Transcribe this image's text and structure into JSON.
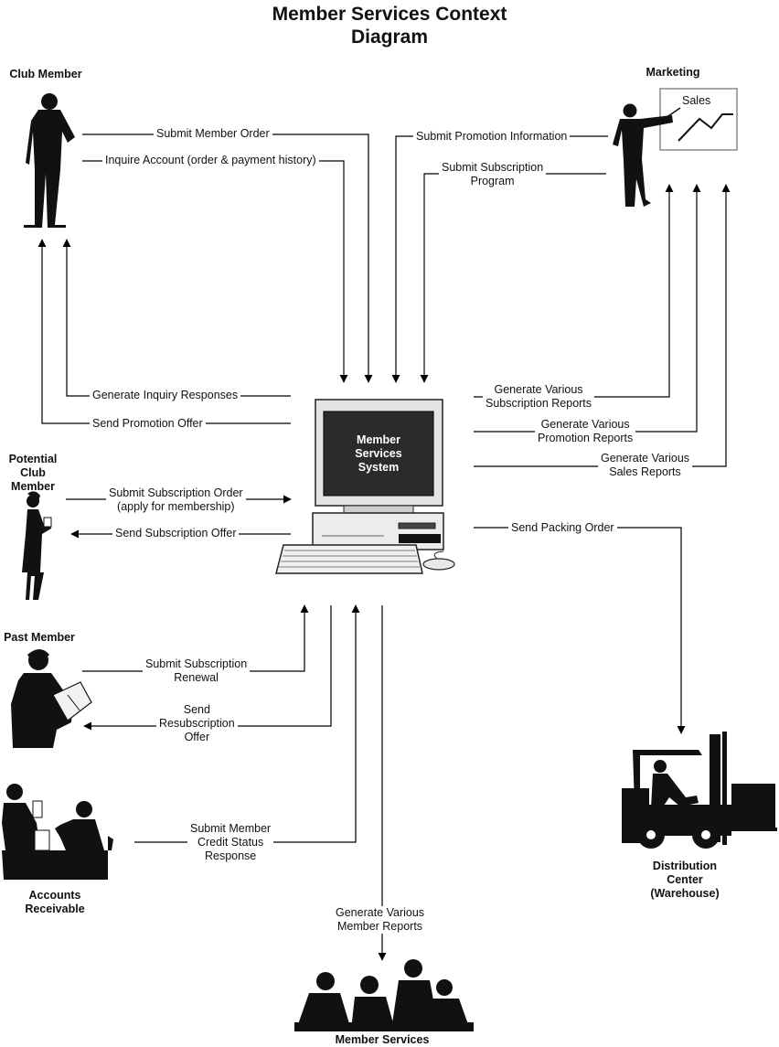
{
  "title": [
    "Member Services Context",
    "Diagram"
  ],
  "system": {
    "lines": [
      "Member",
      "Services",
      "System"
    ]
  },
  "entities": {
    "club_member": "Club Member",
    "marketing": "Marketing",
    "potential_club_member": [
      "Potential Club",
      "Member"
    ],
    "past_member": "Past Member",
    "accounts_receivable": [
      "Accounts",
      "Receivable"
    ],
    "distribution_center": [
      "Distribution",
      "Center",
      "(Warehouse)"
    ],
    "member_services": "Member Services"
  },
  "board_label": "Sales",
  "flows": {
    "submit_member_order": "Submit Member Order",
    "inquire_account": "Inquire Account (order & payment history)",
    "submit_promotion_information": "Submit Promotion Information",
    "submit_subscription_program": [
      "Submit Subscription",
      "Program"
    ],
    "generate_inquiry_responses": "Generate Inquiry Responses",
    "send_promotion_offer": "Send Promotion Offer",
    "generate_subscription_reports": [
      "Generate Various",
      "Subscription Reports"
    ],
    "generate_promotion_reports": [
      "Generate Various",
      "Promotion Reports"
    ],
    "generate_sales_reports": [
      "Generate Various",
      "Sales Reports"
    ],
    "submit_subscription_order": [
      "Submit Subscription Order",
      "(apply for membership)"
    ],
    "send_subscription_offer": "Send Subscription Offer",
    "send_packing_order": "Send Packing Order",
    "submit_subscription_renewal": [
      "Submit Subscription",
      "Renewal"
    ],
    "send_resubscription_offer": [
      "Send",
      "Resubscription",
      "Offer"
    ],
    "submit_credit_status": [
      "Submit Member",
      "Credit Status",
      "Response"
    ],
    "generate_member_reports": [
      "Generate Various",
      "Member Reports"
    ]
  }
}
